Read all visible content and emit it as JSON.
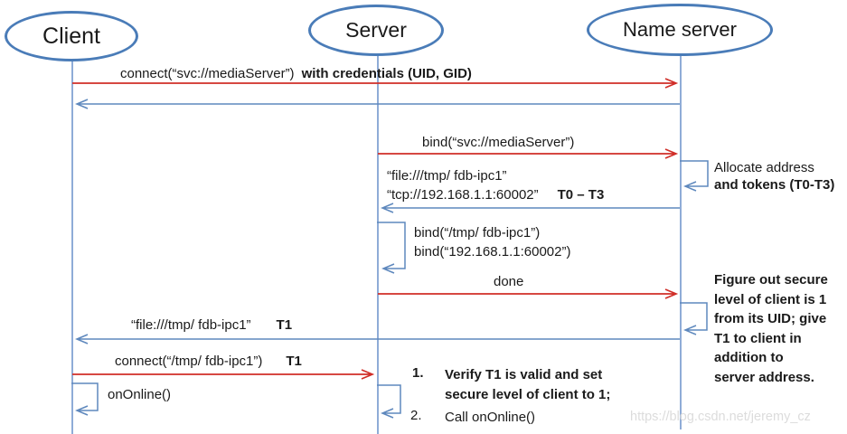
{
  "diagram": {
    "title_hint": "IPC secure connection sequence diagram",
    "actors": [
      {
        "id": "client",
        "label": "Client"
      },
      {
        "id": "server",
        "label": "Server"
      },
      {
        "id": "nameserver",
        "label": "Name server"
      }
    ],
    "messages": {
      "connect_svc": {
        "plain": "connect(“svc://mediaServer”)",
        "bold": "with credentials (UID, GID)"
      },
      "bind_svc": {
        "plain": "bind(“svc://mediaServer”)"
      },
      "allocate": {
        "line1": "Allocate address",
        "line2": "and tokens (T0-T3)"
      },
      "addr_file": "“file:///tmp/ fdb-ipc1”",
      "addr_tcp": {
        "plain": "“tcp://192.168.1.1:60002”",
        "bold": "T0 – T3"
      },
      "bind_tmp": "bind(“/tmp/ fdb-ipc1”)",
      "bind_ip": "bind(“192.168.1.1:60002”)",
      "done": "done",
      "figure_note": "Figure out secure\nlevel of client is 1\nfrom its UID; give\nT1 to client in\naddition to\nserver address.",
      "file_t1": {
        "plain": "“file:///tmp/ fdb-ipc1”",
        "bold": "T1"
      },
      "connect_tmp": {
        "plain": "connect(“/tmp/ fdb-ipc1”)",
        "bold": "T1"
      },
      "on_online": "onOnline()",
      "steps": [
        {
          "num": "1.",
          "text": "Verify T1 is valid and set\nsecure level of client to 1;"
        },
        {
          "num": "2.",
          "text": "Call onOnline()"
        }
      ]
    },
    "watermark": "https://blog.csdn.net/jeremy_cz",
    "colors": {
      "red_arrow": "#d02e28",
      "blue_arrow": "#5e88bd",
      "lifeline": "#8facd7",
      "ellipse_stroke": "#4a7cb8",
      "watermark": "#dcdcdc"
    }
  }
}
